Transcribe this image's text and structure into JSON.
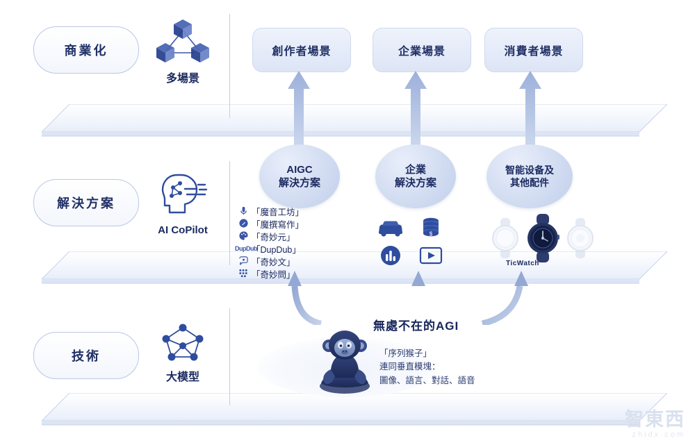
{
  "layers": [
    {
      "id": "commercialization",
      "label": "商業化",
      "icon_caption": "多場景",
      "icon": "cube-network-icon"
    },
    {
      "id": "solutions",
      "label": "解決方案",
      "icon_caption": "AI CoPilot",
      "icon": "ai-head-icon"
    },
    {
      "id": "technology",
      "label": "技術",
      "icon_caption": "大模型",
      "icon": "molecule-network-icon"
    }
  ],
  "scenes": [
    {
      "id": "creator",
      "label": "創作者場景"
    },
    {
      "id": "enterprise",
      "label": "企業場景"
    },
    {
      "id": "consumer",
      "label": "消費者場景"
    }
  ],
  "solutions": [
    {
      "id": "aigc",
      "line1": "AIGC",
      "line2": "解決方案"
    },
    {
      "id": "enterprise",
      "line1": "企業",
      "line2": "解決方案"
    },
    {
      "id": "device",
      "line1": "智能设备及",
      "line2": "其他配件"
    }
  ],
  "products": [
    {
      "icon": "mic-icon",
      "label": "「魔音工坊」"
    },
    {
      "icon": "pen-circle-icon",
      "label": "「魔撰寫作」"
    },
    {
      "icon": "palette-icon",
      "label": "「奇妙元」"
    },
    {
      "icon": "dupdub-logo-icon",
      "label": "「DupDub」"
    },
    {
      "icon": "chat-idea-icon",
      "label": "「奇妙文」"
    },
    {
      "icon": "qa-icon",
      "label": "「奇妙問」"
    }
  ],
  "enterprise_icons": [
    {
      "id": "car",
      "name": "car-icon"
    },
    {
      "id": "coins",
      "name": "coins-icon"
    },
    {
      "id": "chart",
      "name": "bar-chart-circle-icon"
    },
    {
      "id": "video",
      "name": "video-play-icon"
    }
  ],
  "device": {
    "brand": "TicWatch",
    "icons": [
      "watch-left-icon",
      "watch-center-icon",
      "watch-right-icon"
    ]
  },
  "agi": {
    "title": "無處不在的AGI"
  },
  "model": {
    "lines": [
      "「序列猴子」",
      "連同垂直模塊：",
      "圖像、語言、對話、語音"
    ],
    "icon": "meditating-monkey-icon"
  },
  "watermark": {
    "main": "智東西",
    "sub": "zhidx.com"
  },
  "colors": {
    "accent": "#2f4d9e",
    "text": "#1b2a5e",
    "slab_fill": "#eef2fa",
    "slab_edge": "#c3d0e8",
    "arrow": "#8ea4d2"
  }
}
